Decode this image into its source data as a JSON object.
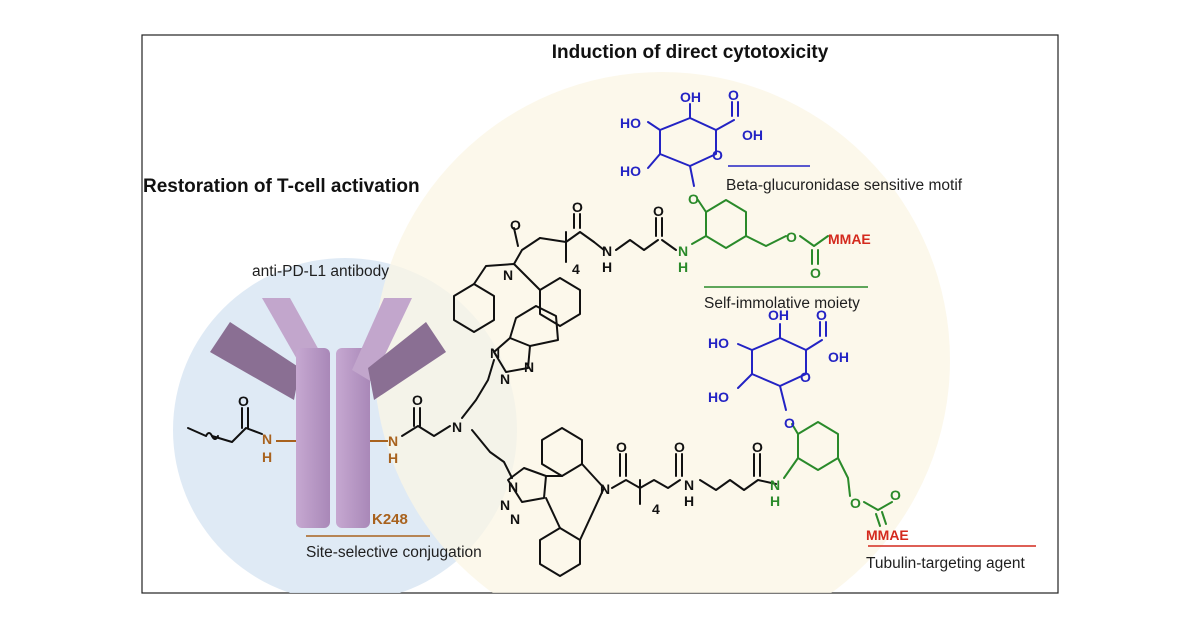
{
  "titles": {
    "top": "Induction of direct cytotoxicity",
    "left": "Restoration of T-cell activation"
  },
  "labels": {
    "antibody": "anti-PD-L1 antibody",
    "k248": "K248",
    "site_selective": "Site-selective conjugation",
    "beta_gluc": "Beta-glucuronidase sensitive motif",
    "self_immolative": "Self-immolative moiety",
    "tubulin": "Tubulin-targeting agent"
  },
  "atoms": {
    "oh": "OH",
    "ho": "HO",
    "o": "O",
    "n": "N",
    "h": "H",
    "mmae": "MMAE",
    "subscript_4": "4"
  },
  "colors": {
    "glucuronide": "#2323c4",
    "self_immolative": "#2a8a2a",
    "payload": "#d42a1e",
    "lysine": "#a8621e",
    "antibody": "#b79bc4",
    "left_circle": "#dce8f4",
    "right_circle": "#fbf6e4"
  }
}
